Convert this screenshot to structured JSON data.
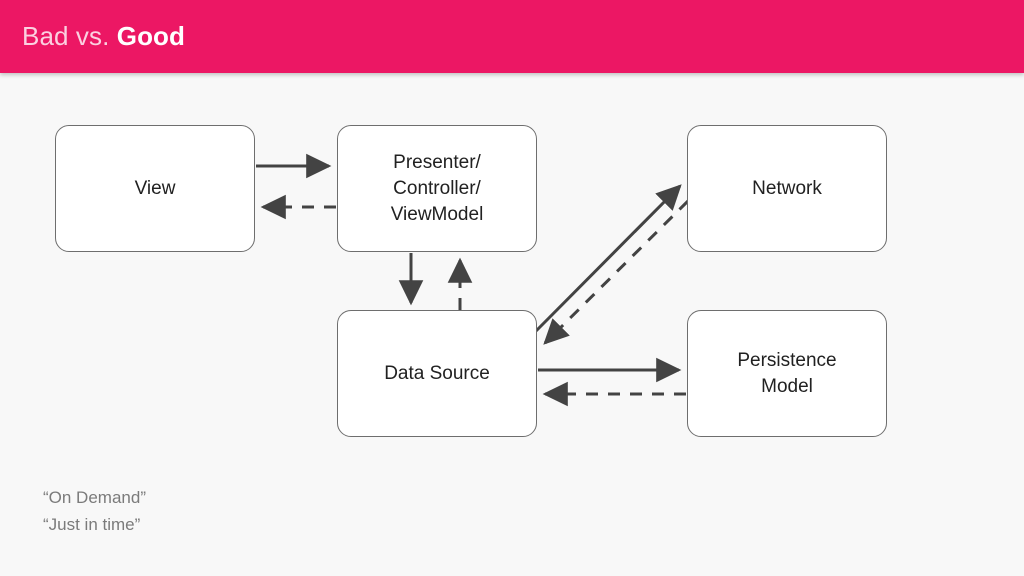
{
  "header": {
    "title_light": "Bad vs.",
    "title_strong": "Good",
    "accent_color": "#ec1764",
    "text_color": "#ffffff"
  },
  "canvas": {
    "background_color": "#f8f8f8",
    "node_fill": "#ffffff",
    "node_border_color": "#6e6e6e",
    "node_text_color": "#212121",
    "connector_color": "#434343"
  },
  "diagram": {
    "nodes": [
      {
        "id": "view",
        "label": "View"
      },
      {
        "id": "presenter",
        "line1": "Presenter/",
        "line2": "Controller/",
        "line3": "ViewModel"
      },
      {
        "id": "network",
        "label": "Network"
      },
      {
        "id": "datasource",
        "label": "Data Source"
      },
      {
        "id": "persistence",
        "line1": "Persistence",
        "line2": "Model"
      }
    ],
    "connectors": [
      {
        "from": "view",
        "to": "presenter",
        "style": "solid",
        "direction": "right"
      },
      {
        "from": "presenter",
        "to": "view",
        "style": "dashed",
        "direction": "left"
      },
      {
        "from": "presenter",
        "to": "datasource",
        "style": "solid",
        "direction": "down"
      },
      {
        "from": "datasource",
        "to": "presenter",
        "style": "dashed",
        "direction": "up"
      },
      {
        "from": "datasource",
        "to": "network",
        "style": "solid",
        "direction": "diagonal-up-right"
      },
      {
        "from": "network",
        "to": "datasource",
        "style": "dashed",
        "direction": "diagonal-down-left"
      },
      {
        "from": "datasource",
        "to": "persistence",
        "style": "solid",
        "direction": "right"
      },
      {
        "from": "persistence",
        "to": "datasource",
        "style": "dashed",
        "direction": "left"
      }
    ]
  },
  "footnote": {
    "line1": "“On Demand”",
    "line2": "“Just in time”"
  }
}
